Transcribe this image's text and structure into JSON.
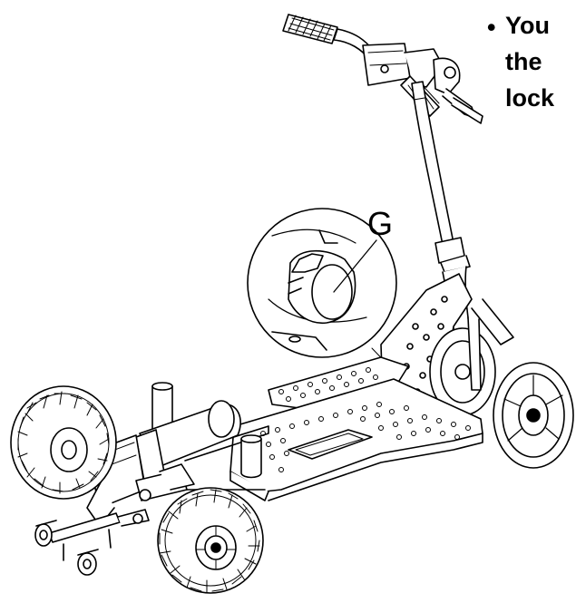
{
  "caption": {
    "bullet": "•",
    "lines": [
      "You",
      "the",
      "lock"
    ]
  },
  "callout_label": "G",
  "colors": {
    "line": "#000000",
    "fill": "#ffffff",
    "tread": "#1a1a1a"
  },
  "icons": [
    "mobility-scooter-illustration",
    "magnified-knob-detail"
  ]
}
